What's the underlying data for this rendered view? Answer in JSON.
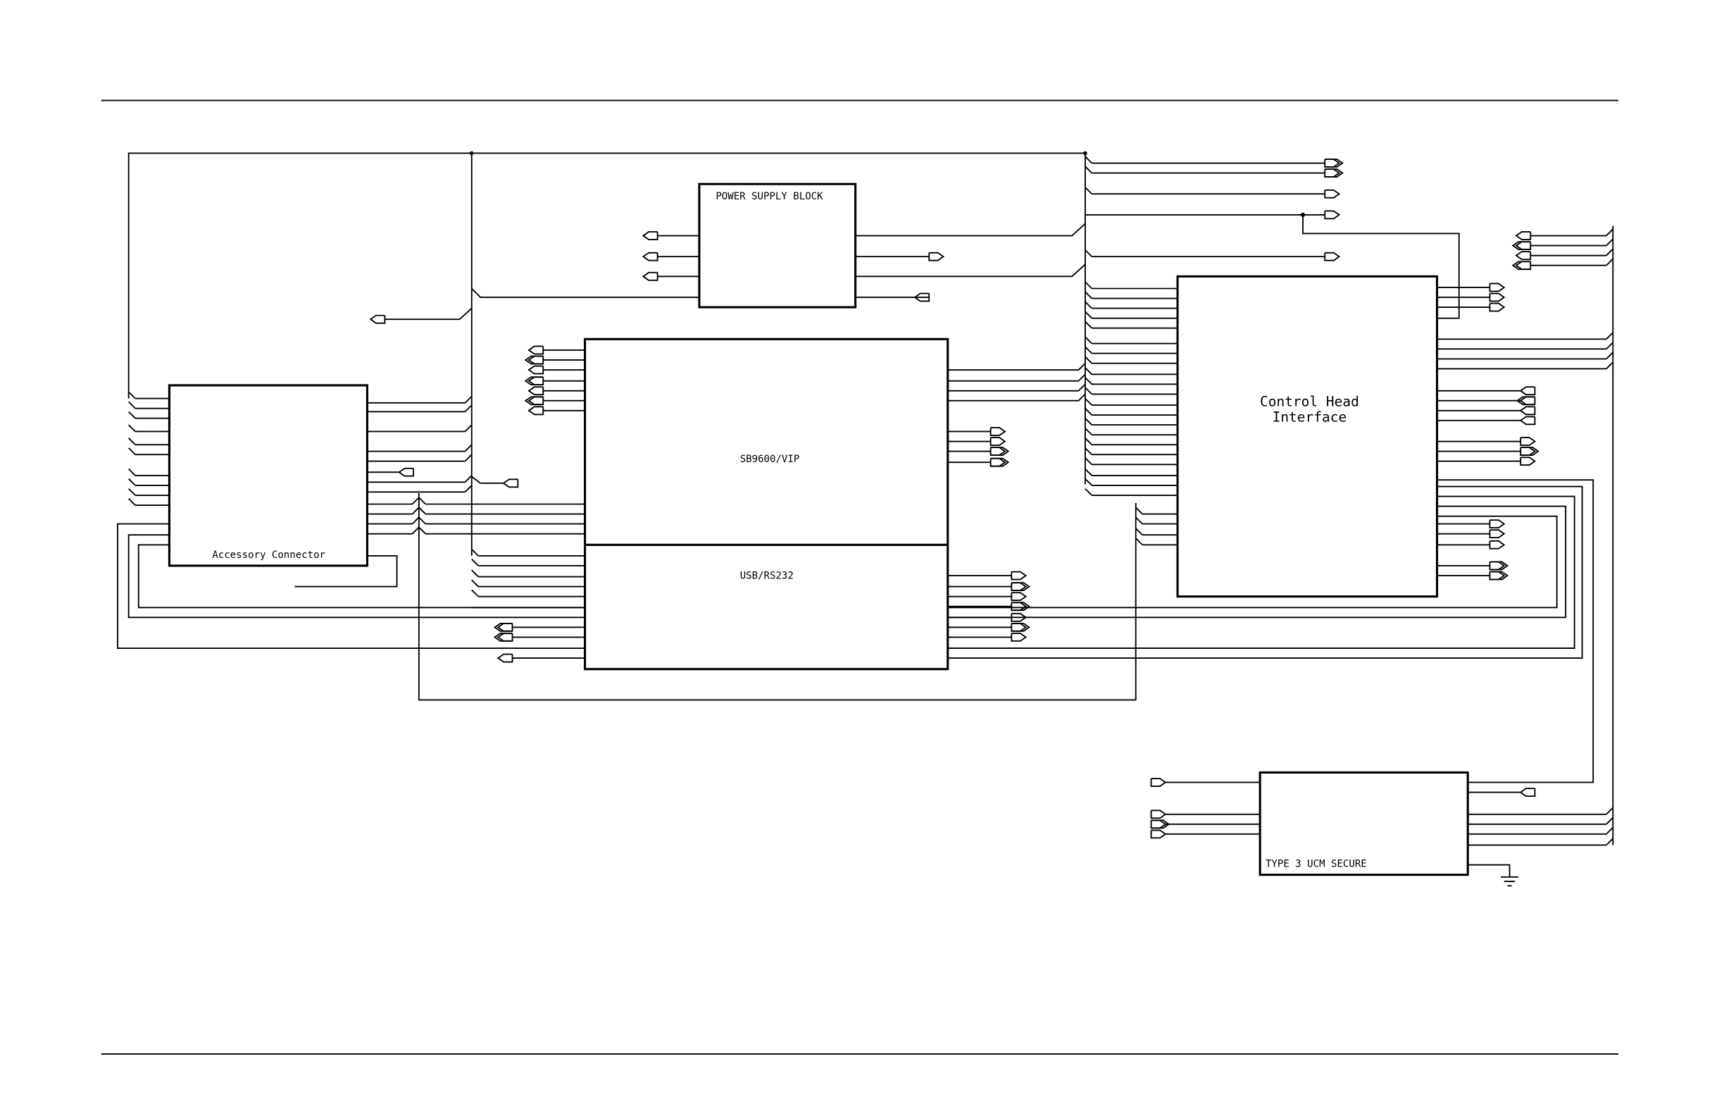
{
  "blocks": {
    "power_supply": {
      "label": "POWER SUPPLY BLOCK"
    },
    "accessory_connector": {
      "label": "Accessory Connector"
    },
    "sb9600_vip": {
      "label": "SB9600/VIP"
    },
    "usb_rs232": {
      "label": "USB/RS232"
    },
    "control_head": {
      "label_line1": "Control Head",
      "label_line2": "Interface"
    },
    "ucm_secure": {
      "label": "TYPE 3 UCM SECURE"
    }
  }
}
